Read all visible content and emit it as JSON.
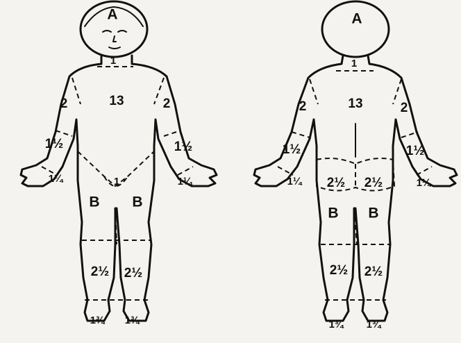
{
  "views": [
    {
      "name": "front",
      "regions": [
        {
          "id": "head",
          "label": "A"
        },
        {
          "id": "neck",
          "label": "1"
        },
        {
          "id": "trunk",
          "label": "13"
        },
        {
          "id": "upper-arm-right",
          "label": "2"
        },
        {
          "id": "upper-arm-left",
          "label": "2"
        },
        {
          "id": "forearm-right",
          "label": "1½"
        },
        {
          "id": "forearm-left",
          "label": "1½"
        },
        {
          "id": "hand-right",
          "label": "1¼"
        },
        {
          "id": "hand-left",
          "label": "1¼"
        },
        {
          "id": "genitalia",
          "label": "1"
        },
        {
          "id": "thigh-right",
          "label": "B"
        },
        {
          "id": "thigh-left",
          "label": "B"
        },
        {
          "id": "lower-leg-right",
          "label": "2½"
        },
        {
          "id": "lower-leg-left",
          "label": "2½"
        },
        {
          "id": "foot-right",
          "label": "1¾"
        },
        {
          "id": "foot-left",
          "label": "1¾"
        }
      ]
    },
    {
      "name": "back",
      "regions": [
        {
          "id": "head",
          "label": "A"
        },
        {
          "id": "neck",
          "label": "1"
        },
        {
          "id": "trunk",
          "label": "13"
        },
        {
          "id": "upper-arm-left",
          "label": "2"
        },
        {
          "id": "upper-arm-right",
          "label": "2"
        },
        {
          "id": "forearm-left",
          "label": "1½"
        },
        {
          "id": "forearm-right",
          "label": "1½"
        },
        {
          "id": "hand-left",
          "label": "1¼"
        },
        {
          "id": "hand-right",
          "label": "1¼"
        },
        {
          "id": "buttock-left",
          "label": "2½"
        },
        {
          "id": "buttock-right",
          "label": "2½"
        },
        {
          "id": "thigh-left",
          "label": "B"
        },
        {
          "id": "thigh-right",
          "label": "B"
        },
        {
          "id": "lower-leg-left",
          "label": "2½"
        },
        {
          "id": "lower-leg-right",
          "label": "2½"
        },
        {
          "id": "foot-left",
          "label": "1¾"
        },
        {
          "id": "foot-right",
          "label": "1¾"
        }
      ]
    }
  ]
}
